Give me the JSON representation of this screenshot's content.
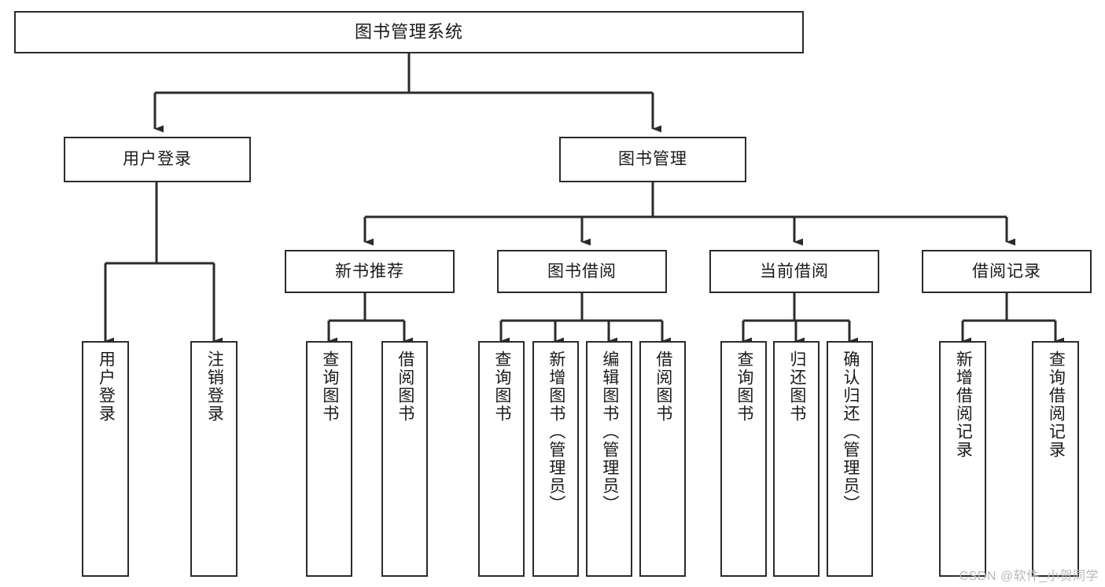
{
  "diagram": {
    "title": "图书管理系统",
    "type": "hierarchy-tree",
    "watermark": "CSDN @软件_小贺同学",
    "colors": {
      "stroke": "#2b2b2b",
      "fill": "#ffffff",
      "text": "#1a1a1a",
      "watermark": "#b8b8b8"
    },
    "nodes": {
      "root": {
        "label": "图书管理系统"
      },
      "level2": [
        {
          "id": "user-login",
          "label": "用户登录"
        },
        {
          "id": "book-manage",
          "label": "图书管理"
        }
      ],
      "level3": [
        {
          "id": "new-book-recommend",
          "label": "新书推荐"
        },
        {
          "id": "book-borrow",
          "label": "图书借阅"
        },
        {
          "id": "current-borrow",
          "label": "当前借阅"
        },
        {
          "id": "borrow-record",
          "label": "借阅记录"
        }
      ],
      "leaves": {
        "user_login": [
          {
            "id": "leaf-user-login",
            "label": "用户登录"
          },
          {
            "id": "leaf-logout-login",
            "label": "注销登录"
          }
        ],
        "new_book_recommend": [
          {
            "id": "leaf-query-book-1",
            "label": "查询图书"
          },
          {
            "id": "leaf-borrow-book-1",
            "label": "借阅图书"
          }
        ],
        "book_borrow": [
          {
            "id": "leaf-query-book-2",
            "label": "查询图书"
          },
          {
            "id": "leaf-add-book",
            "label": "新增图书（管理员）"
          },
          {
            "id": "leaf-edit-book",
            "label": "编辑图书（管理员）"
          },
          {
            "id": "leaf-borrow-book-2",
            "label": "借阅图书"
          }
        ],
        "current_borrow": [
          {
            "id": "leaf-query-book-3",
            "label": "查询图书"
          },
          {
            "id": "leaf-return-book",
            "label": "归还图书"
          },
          {
            "id": "leaf-confirm-return",
            "label": "确认归还（管理员）"
          }
        ],
        "borrow_record": [
          {
            "id": "leaf-add-record",
            "label": "新增借阅记录"
          },
          {
            "id": "leaf-query-record",
            "label": "查询借阅记录"
          }
        ]
      }
    }
  }
}
